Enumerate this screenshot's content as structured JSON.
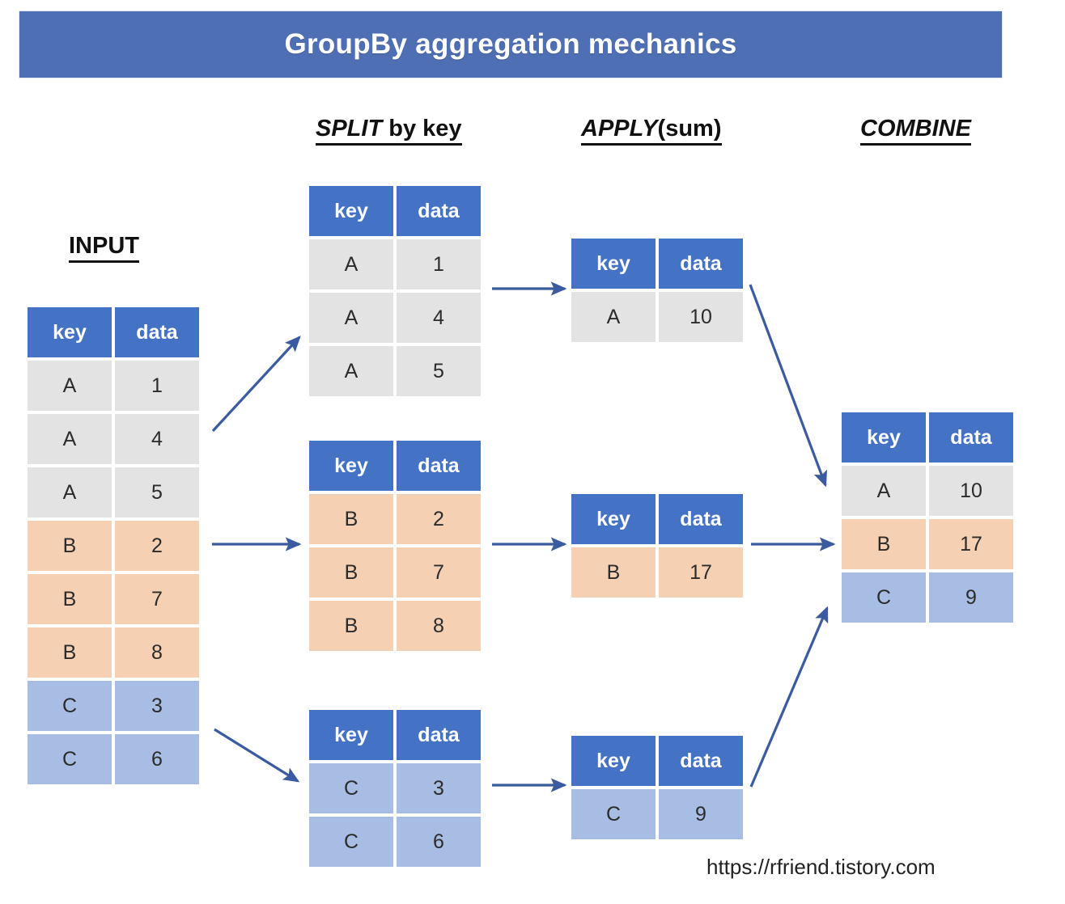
{
  "title": {
    "text": "GroupBy aggregation mechanics",
    "bar_color": "#4f6fb5"
  },
  "stages": {
    "input_label": "INPUT",
    "split": {
      "emphasis": "SPLIT",
      "rest": " by key"
    },
    "apply": {
      "emphasis": "APPLY",
      "rest": "(sum)"
    },
    "combine": {
      "emphasis": "COMBINE",
      "rest": ""
    }
  },
  "columns": {
    "key": "key",
    "data": "data"
  },
  "colors": {
    "header_blue": "#4472c4",
    "group_a": "#e3e3e3",
    "group_b": "#f5d0b3",
    "group_c": "#a8bde3",
    "arrow": "#3a5ba0",
    "banner": "#4f6fb5"
  },
  "chart_data": {
    "type": "table",
    "title": "GroupBy aggregation mechanics",
    "tables": {
      "input": {
        "headers": [
          "key",
          "data"
        ],
        "rows": [
          {
            "key": "A",
            "data": "1",
            "group": "a"
          },
          {
            "key": "A",
            "data": "4",
            "group": "a"
          },
          {
            "key": "A",
            "data": "5",
            "group": "a"
          },
          {
            "key": "B",
            "data": "2",
            "group": "b"
          },
          {
            "key": "B",
            "data": "7",
            "group": "b"
          },
          {
            "key": "B",
            "data": "8",
            "group": "b"
          },
          {
            "key": "C",
            "data": "3",
            "group": "c"
          },
          {
            "key": "C",
            "data": "6",
            "group": "c"
          }
        ]
      },
      "split_a": {
        "headers": [
          "key",
          "data"
        ],
        "rows": [
          {
            "key": "A",
            "data": "1",
            "group": "a"
          },
          {
            "key": "A",
            "data": "4",
            "group": "a"
          },
          {
            "key": "A",
            "data": "5",
            "group": "a"
          }
        ]
      },
      "split_b": {
        "headers": [
          "key",
          "data"
        ],
        "rows": [
          {
            "key": "B",
            "data": "2",
            "group": "b"
          },
          {
            "key": "B",
            "data": "7",
            "group": "b"
          },
          {
            "key": "B",
            "data": "8",
            "group": "b"
          }
        ]
      },
      "split_c": {
        "headers": [
          "key",
          "data"
        ],
        "rows": [
          {
            "key": "C",
            "data": "3",
            "group": "c"
          },
          {
            "key": "C",
            "data": "6",
            "group": "c"
          }
        ]
      },
      "apply_a": {
        "headers": [
          "key",
          "data"
        ],
        "rows": [
          {
            "key": "A",
            "data": "10",
            "group": "a"
          }
        ]
      },
      "apply_b": {
        "headers": [
          "key",
          "data"
        ],
        "rows": [
          {
            "key": "B",
            "data": "17",
            "group": "b"
          }
        ]
      },
      "apply_c": {
        "headers": [
          "key",
          "data"
        ],
        "rows": [
          {
            "key": "C",
            "data": "9",
            "group": "c"
          }
        ]
      },
      "combine": {
        "headers": [
          "key",
          "data"
        ],
        "rows": [
          {
            "key": "A",
            "data": "10",
            "group": "a"
          },
          {
            "key": "B",
            "data": "17",
            "group": "b"
          },
          {
            "key": "C",
            "data": "9",
            "group": "c"
          }
        ]
      }
    },
    "aggregation": "sum",
    "groups": [
      {
        "key": "A",
        "values": [
          1,
          4,
          5
        ],
        "sum": 10
      },
      {
        "key": "B",
        "values": [
          2,
          7,
          8
        ],
        "sum": 17
      },
      {
        "key": "C",
        "values": [
          3,
          6
        ],
        "sum": 9
      }
    ]
  },
  "footer": {
    "url": "https://rfriend.tistory.com"
  }
}
